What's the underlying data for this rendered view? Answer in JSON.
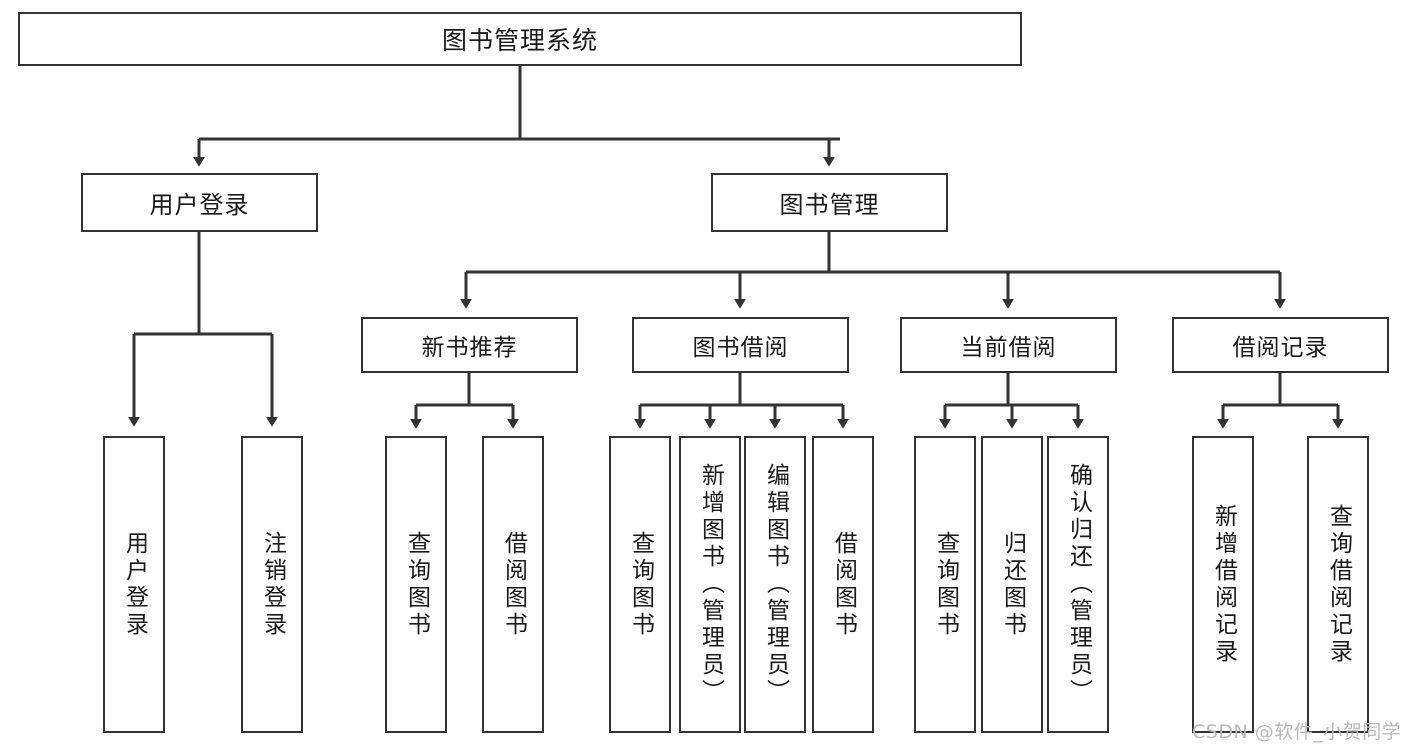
{
  "diagram": {
    "type": "tree",
    "title": "图书管理系统",
    "root": {
      "label": "图书管理系统"
    },
    "level2": [
      {
        "id": "user-login",
        "label": "用户登录"
      },
      {
        "id": "book-manage",
        "label": "图书管理"
      }
    ],
    "level3": [
      {
        "id": "new-book-rec",
        "label": "新书推荐",
        "parent": "book-manage"
      },
      {
        "id": "book-borrow",
        "label": "图书借阅",
        "parent": "book-manage"
      },
      {
        "id": "current-borrow",
        "label": "当前借阅",
        "parent": "book-manage"
      },
      {
        "id": "borrow-record",
        "label": "借阅记录",
        "parent": "book-manage"
      }
    ],
    "leaves": [
      {
        "id": "leaf-user-login",
        "label": "用户登录",
        "parent": "user-login"
      },
      {
        "id": "leaf-logout",
        "label": "注销登录",
        "parent": "user-login"
      },
      {
        "id": "leaf-query-book-1",
        "label": "查询图书",
        "parent": "new-book-rec"
      },
      {
        "id": "leaf-borrow-book-1",
        "label": "借阅图书",
        "parent": "new-book-rec"
      },
      {
        "id": "leaf-query-book-2",
        "label": "查询图书",
        "parent": "book-borrow"
      },
      {
        "id": "leaf-add-book",
        "label": "新增图书（管理员）",
        "parent": "book-borrow"
      },
      {
        "id": "leaf-edit-book",
        "label": "编辑图书（管理员）",
        "parent": "book-borrow"
      },
      {
        "id": "leaf-borrow-book-2",
        "label": "借阅图书",
        "parent": "book-borrow"
      },
      {
        "id": "leaf-query-book-3",
        "label": "查询图书",
        "parent": "current-borrow"
      },
      {
        "id": "leaf-return-book",
        "label": "归还图书",
        "parent": "current-borrow"
      },
      {
        "id": "leaf-confirm-return",
        "label": "确认归还（管理员）",
        "parent": "current-borrow"
      },
      {
        "id": "leaf-add-record",
        "label": "新增借阅记录",
        "parent": "borrow-record"
      },
      {
        "id": "leaf-query-record",
        "label": "查询借阅记录",
        "parent": "borrow-record"
      }
    ],
    "colors": {
      "box_border": "#333333",
      "box_fill": "#ffffff",
      "connector": "#333333",
      "background": "#ffffff",
      "watermark": "#b9b9b9"
    }
  },
  "watermark": {
    "text": "CSDN @软件_小贺同学"
  }
}
